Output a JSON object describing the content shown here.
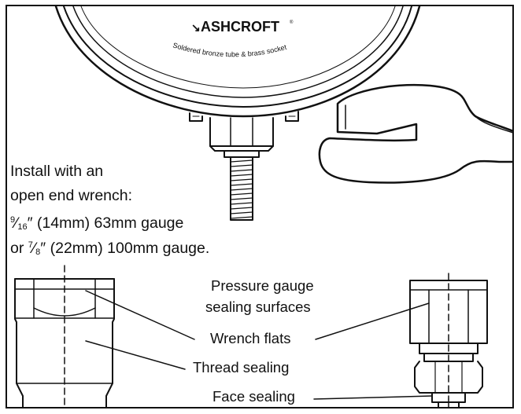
{
  "brand": {
    "name": "ASHCROFT",
    "trademark": "®",
    "arc_text": "Soldered bronze tube & brass socket"
  },
  "instructions": {
    "line1": "Install with an",
    "line2": "open end wrench:",
    "line3_num": "9",
    "line3_den": "16",
    "line3_rest": "″ (14mm) 63mm gauge",
    "line4_prefix": "or ",
    "line4_num": "7",
    "line4_den": "8",
    "line4_rest": "″ (22mm) 100mm gauge."
  },
  "labels": {
    "sealing_surfaces_1": "Pressure gauge",
    "sealing_surfaces_2": "sealing surfaces",
    "wrench_flats": "Wrench flats",
    "thread_sealing": "Thread sealing",
    "face_sealing": "Face sealing"
  },
  "colors": {
    "ink": "#111111",
    "background": "#ffffff"
  },
  "icons": {
    "wrench": "open-end-wrench-icon",
    "gauge": "pressure-gauge-icon"
  }
}
